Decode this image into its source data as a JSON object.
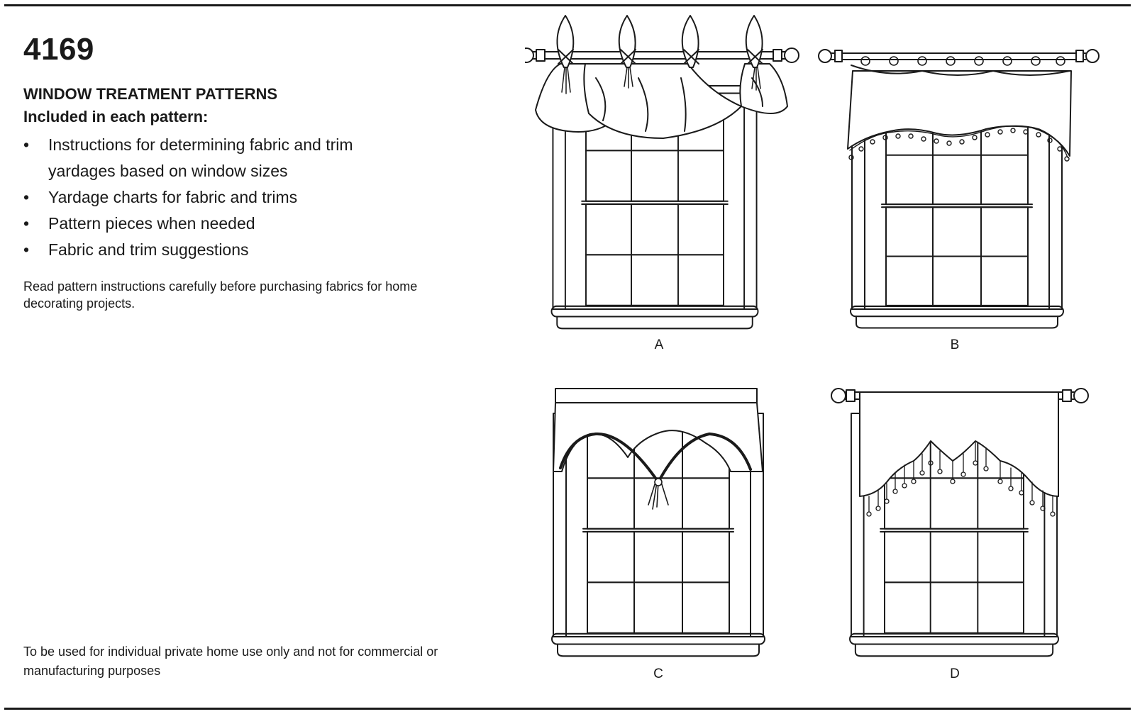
{
  "header": {
    "pattern_number": "4169",
    "title": "WINDOW TREATMENT PATTERNS",
    "included_heading": "Included in each pattern:"
  },
  "included_items": [
    "Instructions for determining fabric and trim",
    "yardages based on window sizes",
    "Yardage charts for fabric and trims",
    "Pattern pieces when needed",
    "Fabric and trim suggestions"
  ],
  "bullet_glyph": "•",
  "note": "Read pattern instructions carefully before purchasing fabrics for home decorating projects.",
  "disclaimer": "To be used for individual private home use only and not for commercial or manufacturing purposes",
  "views": [
    {
      "label": "A",
      "icon": "tied-pouf-valance-icon"
    },
    {
      "label": "B",
      "icon": "ring-top-fringed-valance-icon"
    },
    {
      "label": "C",
      "icon": "arched-cornice-tassel-valance-icon"
    },
    {
      "label": "D",
      "icon": "scalloped-beaded-valance-icon"
    }
  ],
  "colors": {
    "ink": "#1a1a1a",
    "paper": "#ffffff"
  }
}
